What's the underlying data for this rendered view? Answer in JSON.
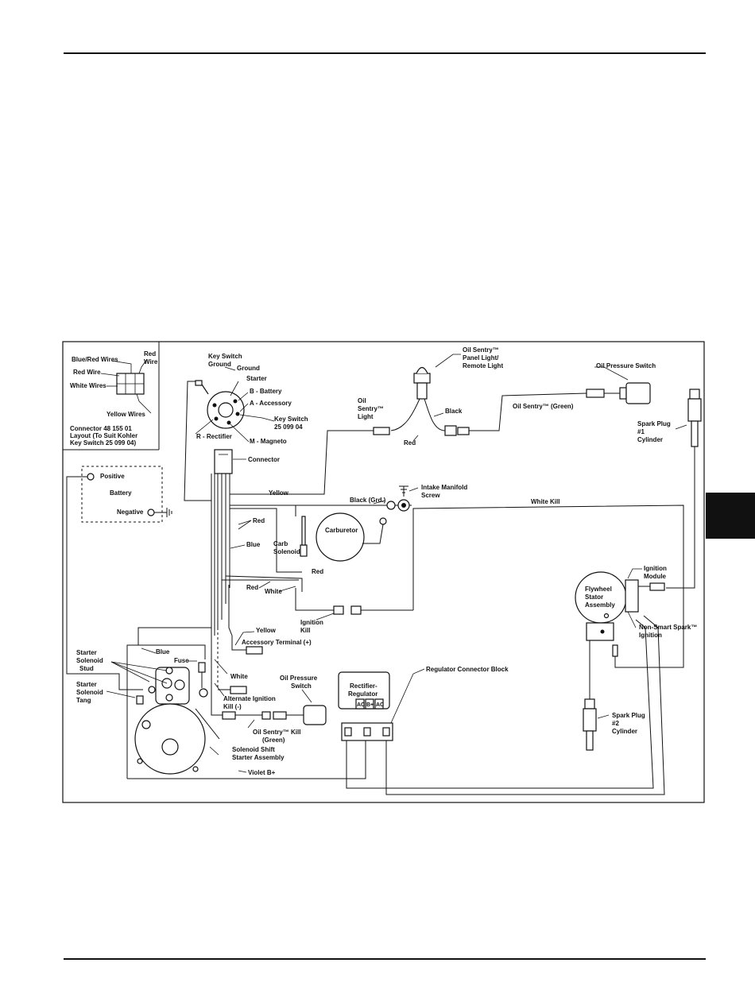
{
  "page": {
    "section_tab": "black"
  },
  "diagram": {
    "inset_connector": {
      "blue_red_wires": "Blue/Red Wires",
      "red_top_1": "Red",
      "red_top_2": "Wire",
      "red_wire": "Red Wire",
      "white_wires": "White Wires",
      "yellow_wires": "Yellow Wires",
      "caption_1": "Connector 48 155 01",
      "caption_2": "Layout (To Suit Kohler",
      "caption_3": "Key Switch 25 099 04)"
    },
    "key_switch": {
      "title_1": "Key Switch",
      "title_2": "Ground",
      "ground": "Ground",
      "starter": "Starter",
      "battery": "B - Battery",
      "accessory": "A - Accessory",
      "key_switch_1": "Key Switch",
      "key_switch_2": "25 099 04",
      "rectifier": "R - Rectifier",
      "magneto": "M - Magneto"
    },
    "connector": "Connector",
    "battery": {
      "positive": "Positive",
      "battery": "Battery",
      "negative": "Negative"
    },
    "wires": {
      "yellow_top": "Yellow",
      "red_1": "Red",
      "blue_1": "Blue",
      "red_2": "Red",
      "white_1": "White",
      "red_3": "Red",
      "yellow_2": "Yellow",
      "blue_2": "Blue",
      "white_2": "White",
      "black_grd": "Black (Grd.)",
      "white_kill": "White Kill",
      "black": "Black",
      "red_sentry": "Red",
      "oil_sentry_green": "Oil Sentry™ (Green)",
      "violet": "Violet B+"
    },
    "oil_sentry_panel": {
      "line1": "Oil Sentry™",
      "line2": "Panel Light/",
      "line3": "Remote Light"
    },
    "oil_sentry_light": {
      "line1": "Oil",
      "line2": "Sentry™",
      "line3": "Light"
    },
    "oil_pressure_switch_top": "Oil Pressure Switch",
    "spark_plug_1": {
      "line1": "Spark Plug",
      "line2": "#1",
      "line3": "Cylinder"
    },
    "intake_manifold": {
      "line1": "Intake Manifold",
      "line2": "Screw"
    },
    "carburetor": "Carburetor",
    "carb_solenoid": {
      "line1": "Carb",
      "line2": "Solenoid"
    },
    "ignition_kill": {
      "line1": "Ignition",
      "line2": "Kill"
    },
    "accessory_terminal": "Accessory Terminal (+)",
    "ignition_module": {
      "line1": "Ignition",
      "line2": "Module"
    },
    "flywheel_stator": {
      "line1": "Flywheel",
      "line2": "Stator",
      "line3": "Assembly"
    },
    "non_smart_spark": {
      "line1": "Non-Smart Spark™",
      "line2": "Ignition"
    },
    "starter_solenoid_stud": {
      "line1": "Starter",
      "line2": "Solenoid",
      "line3": "Stud"
    },
    "starter_solenoid_tang": {
      "line1": "Starter",
      "line2": "Solenoid",
      "line3": "Tang"
    },
    "fuse": "Fuse",
    "alternate_ignition": {
      "line1": "Alternate Ignition",
      "line2": "Kill (-)"
    },
    "oil_pressure_switch_bottom": {
      "line1": "Oil Pressure",
      "line2": "Switch"
    },
    "oil_sentry_kill": {
      "line1": "Oil Sentry™ Kill",
      "line2": "(Green)"
    },
    "rectifier_regulator": {
      "line1": "Rectifier-",
      "line2": "Regulator",
      "ac1": "AC",
      "bplus": "B+",
      "ac2": "AC"
    },
    "regulator_connector_block": "Regulator Connector Block",
    "solenoid_shift": {
      "line1": "Solenoid Shift",
      "line2": "Starter Assembly"
    },
    "spark_plug_2": {
      "line1": "Spark Plug",
      "line2": "#2",
      "line3": "Cylinder"
    }
  }
}
